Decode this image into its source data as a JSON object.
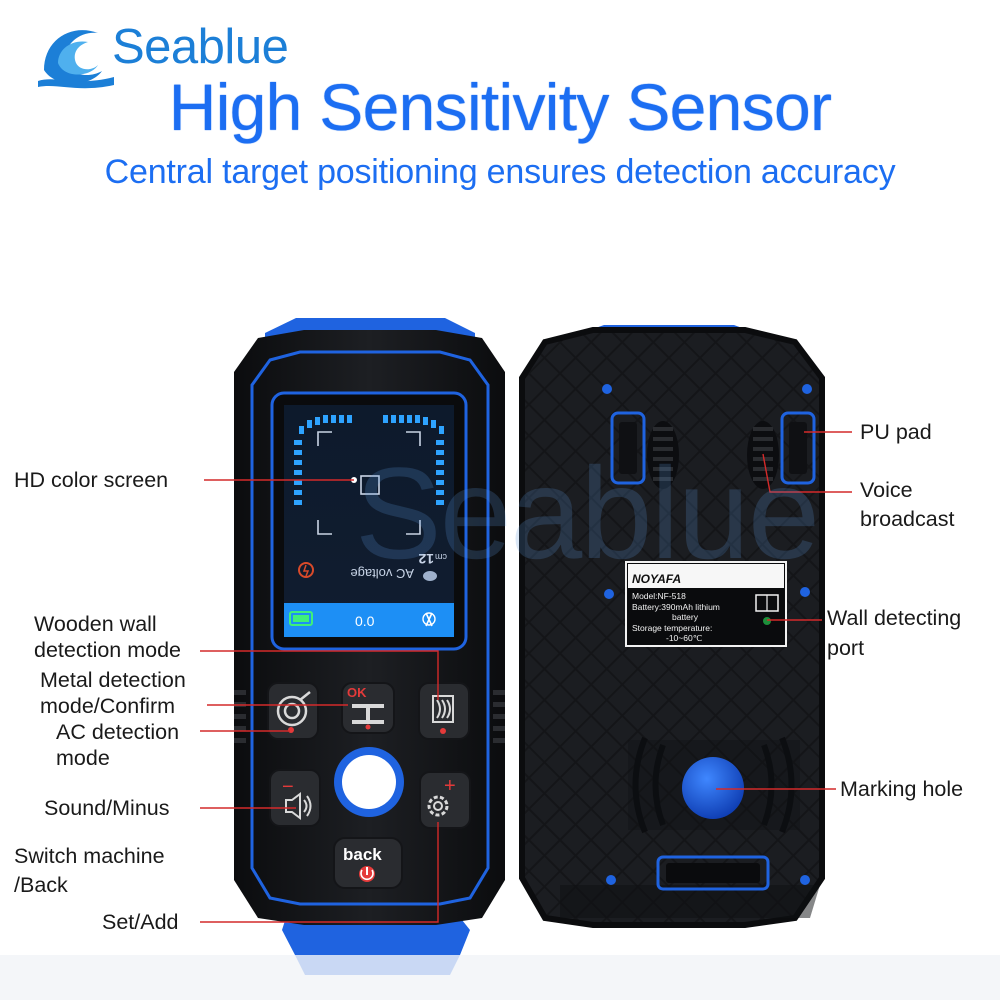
{
  "brand": {
    "name": "Seablue",
    "watermark": "Seablue",
    "color": "#1c7fd7"
  },
  "headline": {
    "title": "High Sensitivity Sensor",
    "subtitle": "Central target positioning ensures detection accuracy",
    "color": "#1c6ef2"
  },
  "front_device": {
    "screen": {
      "readout_distance": "12",
      "readout_unit": "cm",
      "mode_text": "AC voltage",
      "value": "0.0"
    },
    "buttons": {
      "ok_label": "OK",
      "back_label": "back",
      "minus_label": "−",
      "plus_label": "+"
    }
  },
  "rear_device": {
    "sticker_brand": "NOYAFA",
    "sticker_line1": "Model:NF-518",
    "sticker_line2": "Battery:390mAh lithium",
    "sticker_line3": "battery",
    "sticker_line4": "Storage temperature:",
    "sticker_line5": "-10~60℃"
  },
  "callouts_left": {
    "hd_screen": "HD color screen",
    "wooden_1": "Wooden wall",
    "wooden_2": "detection mode",
    "metal_1": "Metal detection",
    "metal_2": "mode/Confirm",
    "ac_1": "AC detection",
    "ac_2": "mode",
    "sound": "Sound/Minus",
    "switch_1": "Switch machine",
    "switch_2": "/Back",
    "set_add": "Set/Add"
  },
  "callouts_right": {
    "pu_pad": "PU pad",
    "voice_1": "Voice",
    "voice_2": "broadcast",
    "wall_port_1": "Wall detecting",
    "wall_port_2": "port",
    "marking_hole": "Marking hole"
  },
  "colors": {
    "accent_blue": "#1f63e0",
    "device_black": "#121315",
    "callout_line": "#d42a2a"
  }
}
